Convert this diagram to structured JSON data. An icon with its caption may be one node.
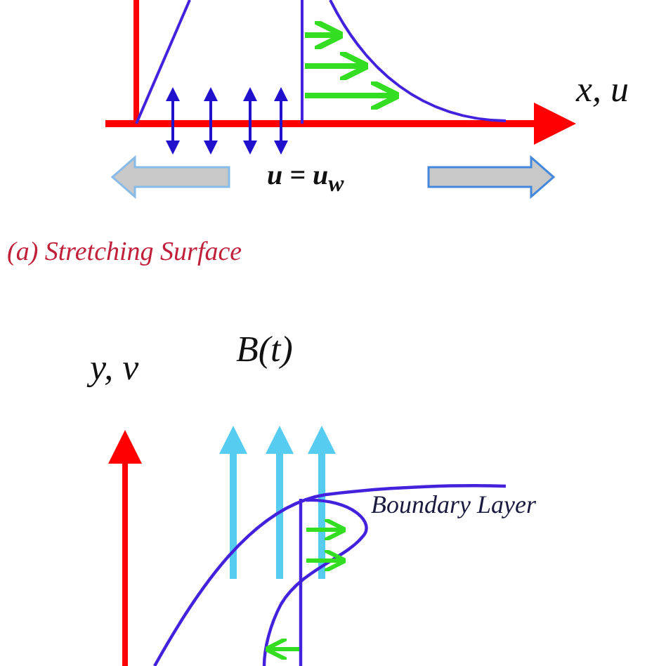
{
  "diagram": {
    "labels": [
      "x, u",
      "u = u$_{w}$",
      "(a) Stretching Surface",
      "y, v",
      "B(t)",
      "Boundary Layer"
    ]
  }
}
